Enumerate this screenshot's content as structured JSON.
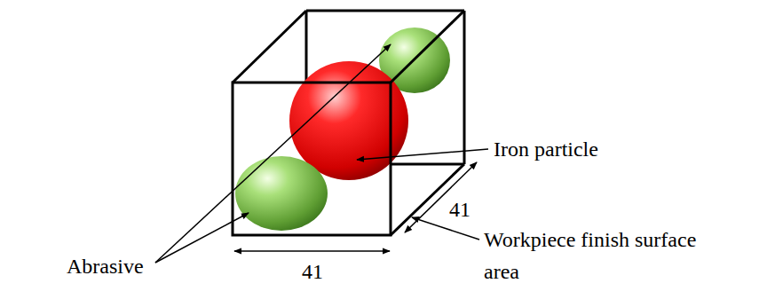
{
  "diagram": {
    "labels": [
      "Abrasive",
      "Iron particle",
      "Workpiece finish surface area",
      "41",
      "41"
    ]
  }
}
